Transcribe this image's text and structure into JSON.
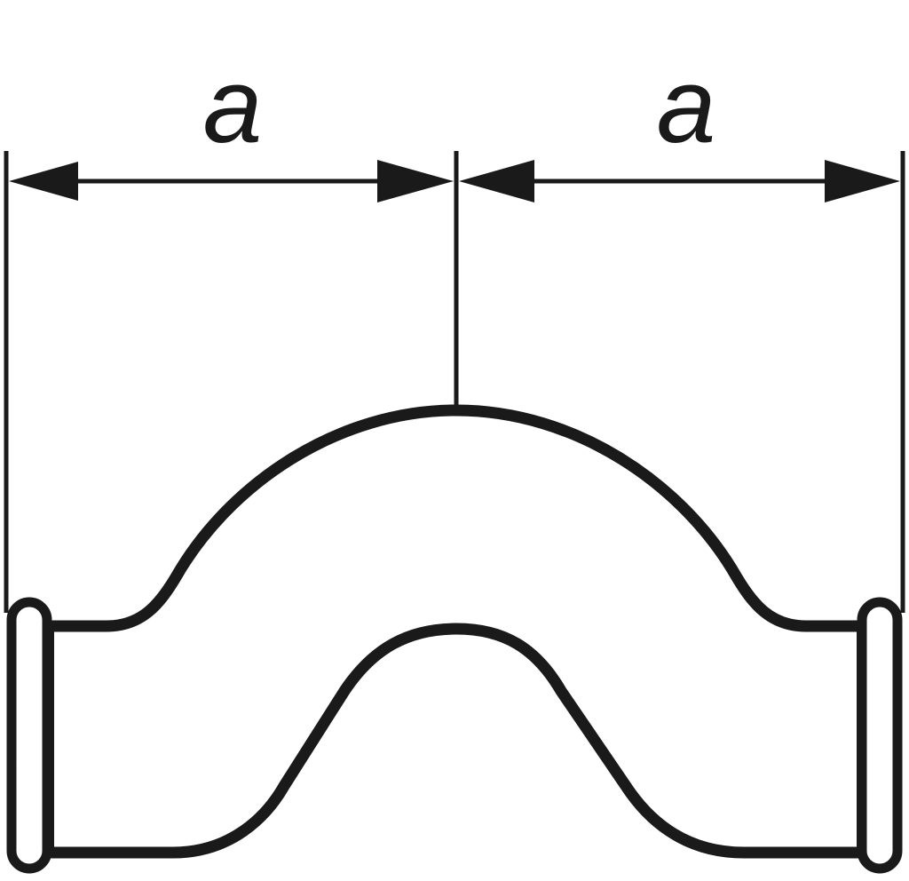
{
  "diagram": {
    "dimension_left": {
      "label": "a"
    },
    "dimension_right": {
      "label": "a"
    },
    "colors": {
      "stroke": "#1a1a1a",
      "background": "#ffffff"
    },
    "part": "crossover-bend-fitting",
    "icons": [
      "arrowhead-left",
      "arrowhead-right"
    ]
  }
}
